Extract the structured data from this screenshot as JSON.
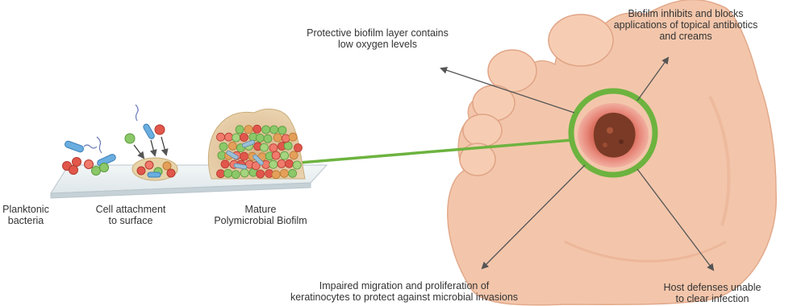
{
  "labels": {
    "planktonic": [
      "Planktonic",
      "bacteria"
    ],
    "attachment": [
      "Cell attachment",
      "to surface"
    ],
    "mature": [
      "Mature",
      "Polymicrobial Biofilm"
    ],
    "protective": [
      "Protective biofilm layer contains",
      "low oxygen levels"
    ],
    "inhibits": [
      "Biofilm inhibits and blocks",
      "applications of topical antibiotics",
      "and creams"
    ],
    "impaired": [
      "Impaired migration and proliferation of",
      "keratinocytes to protect against microbial invasions"
    ],
    "host": [
      "Host defenses unable",
      "to clear infection"
    ]
  },
  "colors": {
    "connector_green": "#6db33f",
    "arrow": "#555555",
    "text": "#333333",
    "skin": "#f3c3a6"
  }
}
